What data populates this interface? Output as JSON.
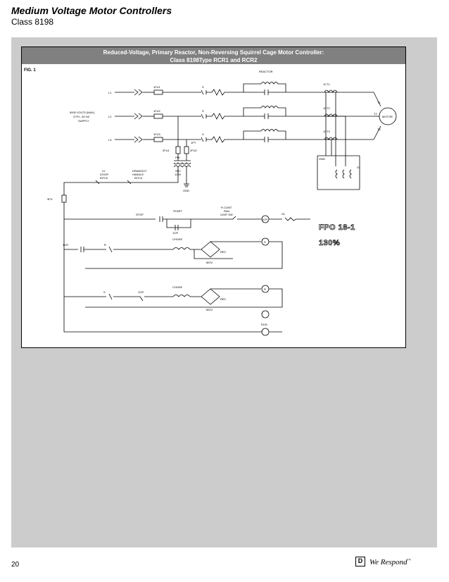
{
  "header": {
    "title": "Medium Voltage Motor Controllers",
    "subtitle": "Class 8198"
  },
  "figure": {
    "banner_line1": "Reduced-Voltage, Primary Reactor, Non-Reversing Squirrel Cage Motor Controller:",
    "banner_line2": "Class 8198Type RCR1 and RCR2",
    "fig_label": "FIG. 1",
    "fpo_line1": "FPO 18-1",
    "fpo_line2": "130%",
    "labels": {
      "l1": "L1",
      "l2": "L2",
      "l3": "L3",
      "supply1": "5000 VOLTS (MAX)",
      "supply2": "3 PH., 60 HZ",
      "supply3": "SUPPLY",
      "fu1": "1FU1",
      "fu2": "1FU2",
      "fu3": "1FU3",
      "s": "S",
      "reactor": "REACTOR",
      "ct1": "1CT1",
      "ct2": "1CT2",
      "ct3": "1CT3",
      "t1": "T1",
      "t2": "T2",
      "t3": "T3",
      "motor": "MOTOR",
      "fu21": "2FU1",
      "fu22": "2FU2",
      "pri": "PRI",
      "sec": "SEC",
      "v120": "120V",
      "pt": "1PT",
      "gnd": "GND",
      "ol": "OL",
      "lv": "LV",
      "door": "DOOR",
      "intlk": "INTLK",
      "drawout": "DRAWOUT",
      "handle": "HANDLE",
      "fu3fu": "3FU",
      "stop": "STOP",
      "start": "START",
      "cr1": "1CR",
      "cont": "R CONT",
      "rail": "RAIL",
      "limit": "LIMIT SW",
      "choke": "CHOKE",
      "rec": "REC",
      "mov": "MOV",
      "r": "R",
      "run": "RUN"
    }
  },
  "footer": {
    "page_number": "20",
    "logo_letter": "D",
    "slogan": "We Respond",
    "trademark": "™"
  }
}
